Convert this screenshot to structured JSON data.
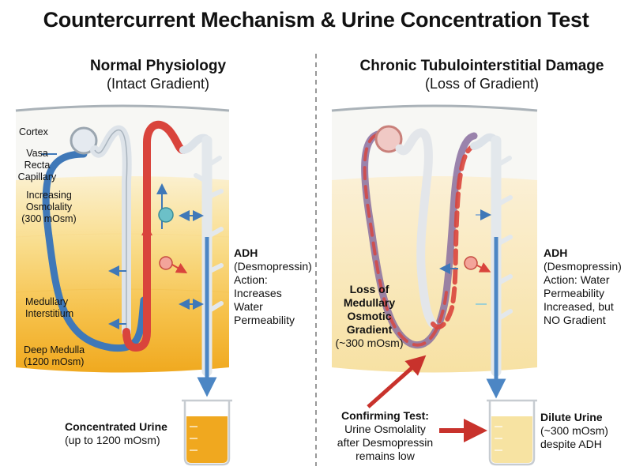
{
  "title": "Countercurrent Mechanism & Urine Concentration Test",
  "left_panel": {
    "heading": "Normal Physiology",
    "subheading": "(Intact Gradient)",
    "cortex_label": "Cortex",
    "vasa_recta_label": [
      "Vasa",
      "Recta",
      "Capillary"
    ],
    "osmolality_label": [
      "Increasing",
      "Osmolality",
      "(300 mOsm)"
    ],
    "medullary_label": [
      "Medullary",
      "Interstitium"
    ],
    "deep_medulla_label": [
      "Deep Medulla",
      "(1200 mOsm)"
    ],
    "adh_title": "ADH",
    "adh_desc": [
      "(Desmopressin)",
      "Action:",
      "Increases",
      "Water",
      "Permeability"
    ],
    "urine_title": "Concentrated Urine",
    "urine_desc": "(up to 1200 mOsm)"
  },
  "right_panel": {
    "heading": "Chronic Tubulointerstitial Damage",
    "subheading": "(Loss of Gradient)",
    "loss_label": [
      "Loss of",
      "Medullary",
      "Osmotic",
      "Gradient"
    ],
    "loss_value": "(~300 mOsm)",
    "adh_title": "ADH",
    "adh_desc": [
      "(Desmopressin)",
      "Action: Water",
      "Permeability",
      "Increased, but",
      "NO Gradient"
    ],
    "test_title": "Confirming Test:",
    "test_desc": [
      "Urine Osmolality",
      "after Desmopressin",
      "remains low"
    ],
    "urine_title": "Dilute Urine",
    "urine_desc": [
      "(~300 mOsm)",
      "despite ADH"
    ]
  },
  "colors": {
    "arterial_red": "#d9443c",
    "venous_blue": "#3f78b8",
    "interstitium_yellow": "#f6c64a",
    "concentrated_urine": "#f0a81f",
    "dilute_urine": "#f7e3a2"
  }
}
